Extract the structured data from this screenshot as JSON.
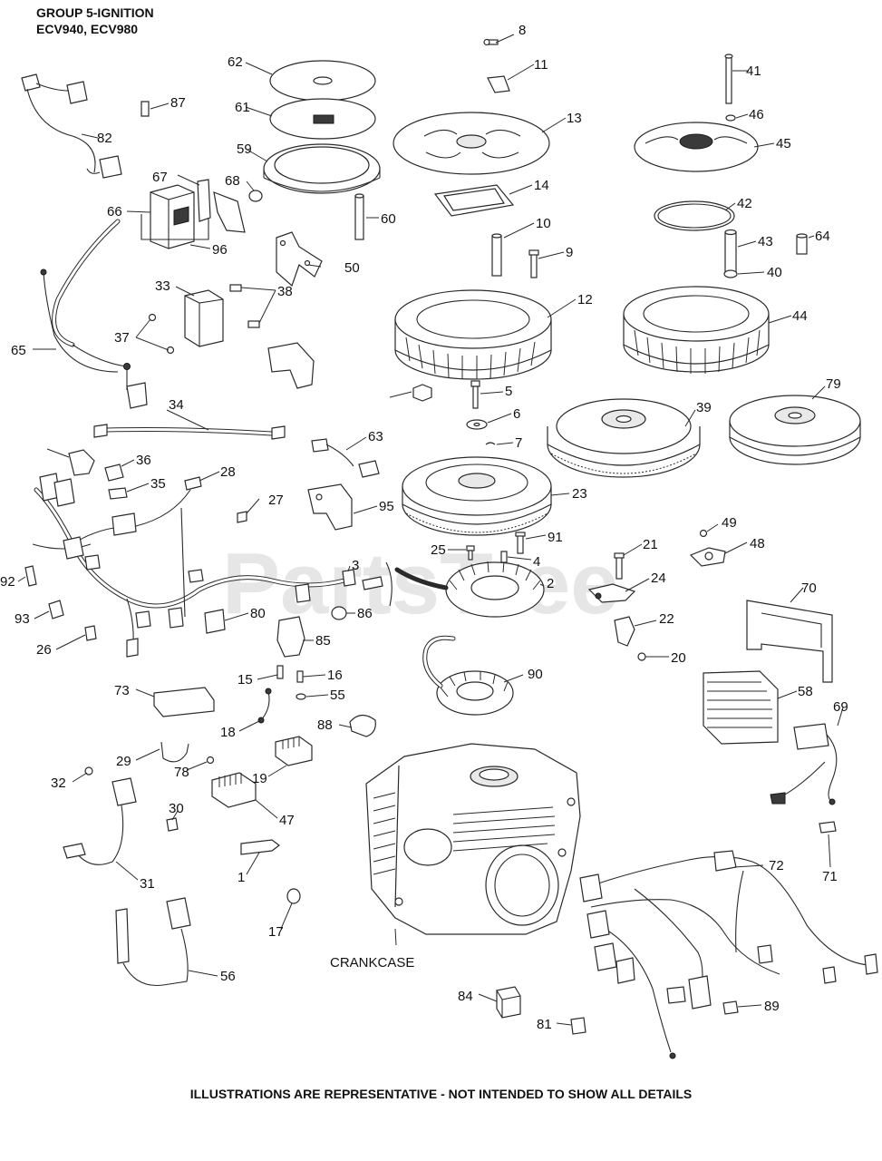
{
  "header": {
    "title": "GROUP 5-IGNITION",
    "models": "ECV940, ECV980"
  },
  "watermark": "PartsTree",
  "crankcase_label": "CRANKCASE",
  "footer_note": "ILLUSTRATIONS ARE REPRESENTATIVE - NOT INTENDED TO SHOW ALL DETAILS",
  "callouts": {
    "c1": "1",
    "c2": "2",
    "c3": "3",
    "c4": "4",
    "c5": "5",
    "c6": "6",
    "c7": "7",
    "c8": "8",
    "c9": "9",
    "c10": "10",
    "c11": "11",
    "c12": "12",
    "c13": "13",
    "c14": "14",
    "c15": "15",
    "c16": "16",
    "c17": "17",
    "c18": "18",
    "c19": "19",
    "c20": "20",
    "c21": "21",
    "c22": "22",
    "c23": "23",
    "c24": "24",
    "c25": "25",
    "c26": "26",
    "c27": "27",
    "c28": "28",
    "c29": "29",
    "c30": "30",
    "c31": "31",
    "c33": "33",
    "c34": "34",
    "c35": "35",
    "c36": "36",
    "c37": "37",
    "c38": "38",
    "c39": "39",
    "c32": "32",
    "c40": "40",
    "c41": "41",
    "c42": "42",
    "c43": "43",
    "c44": "44",
    "c45": "45",
    "c46": "46",
    "c47": "47",
    "c48": "48",
    "c49": "49",
    "c50": "50",
    "c55": "55",
    "c56": "56",
    "c58": "58",
    "c59": "59",
    "c60": "60",
    "c61": "61",
    "c62": "62",
    "c63": "63",
    "c64": "64",
    "c65": "65",
    "c66": "66",
    "c67": "67",
    "c68": "68",
    "c69": "69",
    "c70": "70",
    "c71": "71",
    "c72": "72",
    "c73": "73",
    "c78": "78",
    "c79": "79",
    "c80": "80",
    "c81": "81",
    "c82": "82",
    "c84": "84",
    "c85": "85",
    "c86": "86",
    "c87": "87",
    "c88": "88",
    "c89": "89",
    "c90": "90",
    "c91": "91",
    "c92": "92",
    "c93": "93",
    "c95": "95",
    "c96": "96"
  },
  "colors": {
    "line": "#2a2a2a",
    "text": "#111111",
    "watermark": "#c8c8c8",
    "background": "#ffffff"
  }
}
